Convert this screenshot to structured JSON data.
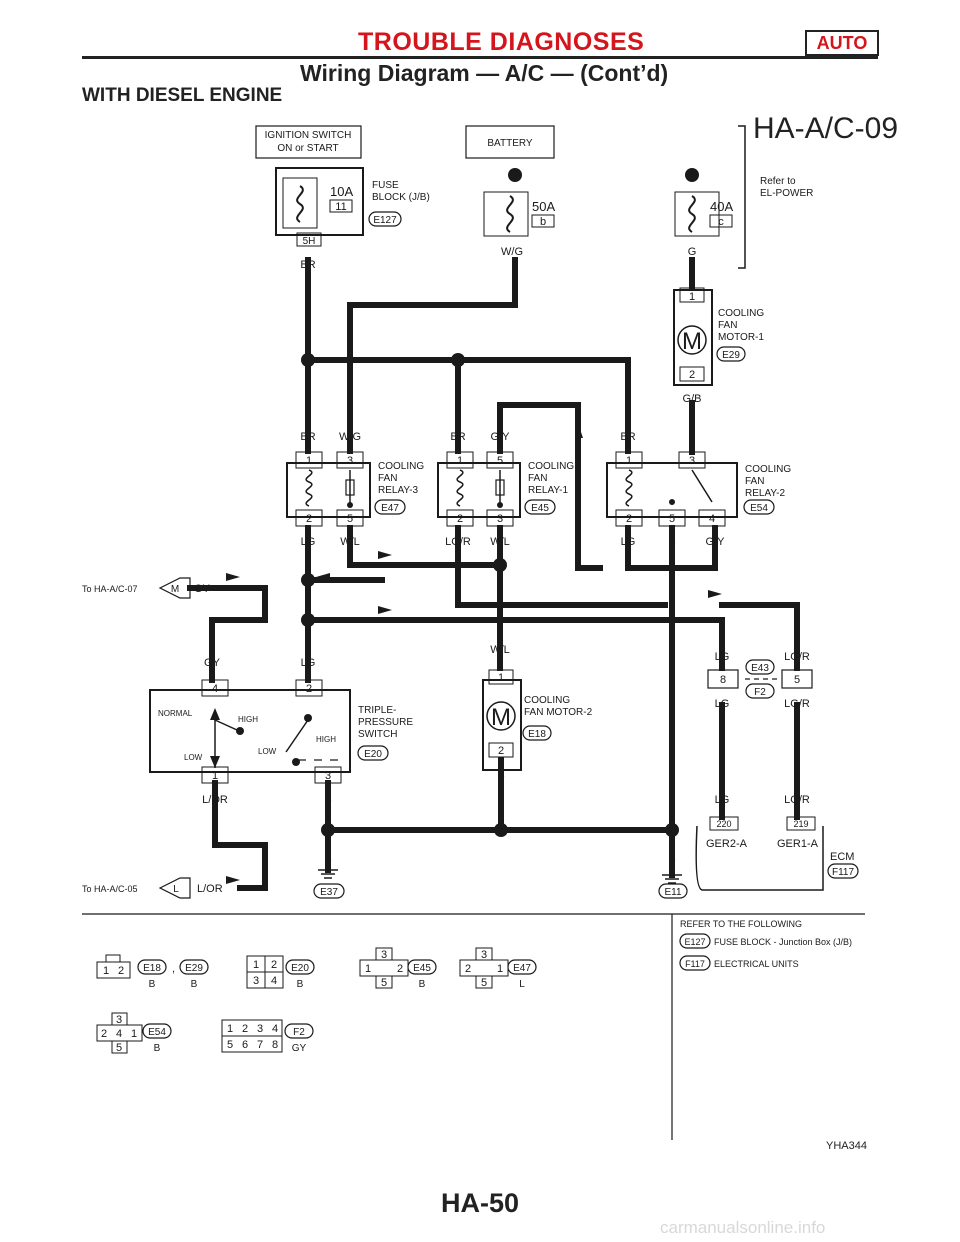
{
  "header": {
    "title": "TROUBLE DIAGNOSES",
    "badge": "AUTO",
    "subtitle": "Wiring Diagram — A/C — (Cont’d)",
    "section": "WITH DIESEL ENGINE",
    "diagram_id": "HA-A/C-09"
  },
  "labels": {
    "ign_switch_1": "IGNITION SWITCH",
    "ign_switch_2": "ON or START",
    "battery": "BATTERY",
    "fuse_block_1": "FUSE",
    "fuse_block_2": "BLOCK (J/B)",
    "fuse_10a": "10A",
    "fuse_11": "11",
    "e127": "E127",
    "fuse_5h": "5H",
    "wire_br": "BR",
    "fuse_50a": "50A",
    "fuse_b": "b",
    "wire_wg": "W/G",
    "fuse_40a": "40A",
    "fuse_c": "c",
    "wire_g": "G",
    "refer_el_1": "Refer to",
    "refer_el_2": "EL-POWER",
    "motor1_1": "COOLING",
    "motor1_2": "FAN",
    "motor1_3": "MOTOR-1",
    "e29": "E29",
    "wire_gb": "G/B",
    "relay3_1": "COOLING",
    "relay3_2": "FAN",
    "relay3_3": "RELAY-3",
    "e47": "E47",
    "relay1_1": "COOLING",
    "relay1_2": "FAN",
    "relay1_3": "RELAY-1",
    "e45": "E45",
    "relay2_1": "COOLING",
    "relay2_2": "FAN",
    "relay2_3": "RELAY-2",
    "e54": "E54",
    "wire_gy_pin": "G/Y",
    "wire_lg": "LG",
    "wire_wl": "W/L",
    "wire_lgr": "LG/R",
    "wire_b": "B",
    "to_ac07": "To HA-A/C-07",
    "to_ac05": "To HA-A/C-05",
    "conn_m": "M",
    "conn_l": "L",
    "wire_gy": "GY",
    "wire_lor": "L/OR",
    "tps_1": "TRIPLE-",
    "tps_2": "PRESSURE",
    "tps_3": "SWITCH",
    "e20": "E20",
    "normal": "NORMAL",
    "high": "HIGH",
    "low": "LOW",
    "motor2_1": "COOLING",
    "motor2_2": "FAN MOTOR-2",
    "e18": "E18",
    "e43": "E43",
    "f2": "F2",
    "ger2a": "GER2-A",
    "ger1a": "GER1-A",
    "pin_220": "220",
    "pin_219": "219",
    "ecm": "ECM",
    "f117": "F117",
    "e37": "E37",
    "e11": "E11",
    "motor_m": "M",
    "refer_following": "REFER TO THE FOLLOWING",
    "refer_e127_desc": "FUSE BLOCK - Junction Box (J/B)",
    "refer_f117_desc": "ELECTRICAL UNITS",
    "conn_color_b": "B",
    "conn_color_l": "L",
    "conn_color_gy": "GY",
    "comma": ","
  },
  "pins": [
    "1",
    "2",
    "3",
    "4",
    "5",
    "6",
    "7",
    "8"
  ],
  "figure_code": "YHA344",
  "page_number": "HA-50",
  "watermark": "carmanualsonline.info"
}
